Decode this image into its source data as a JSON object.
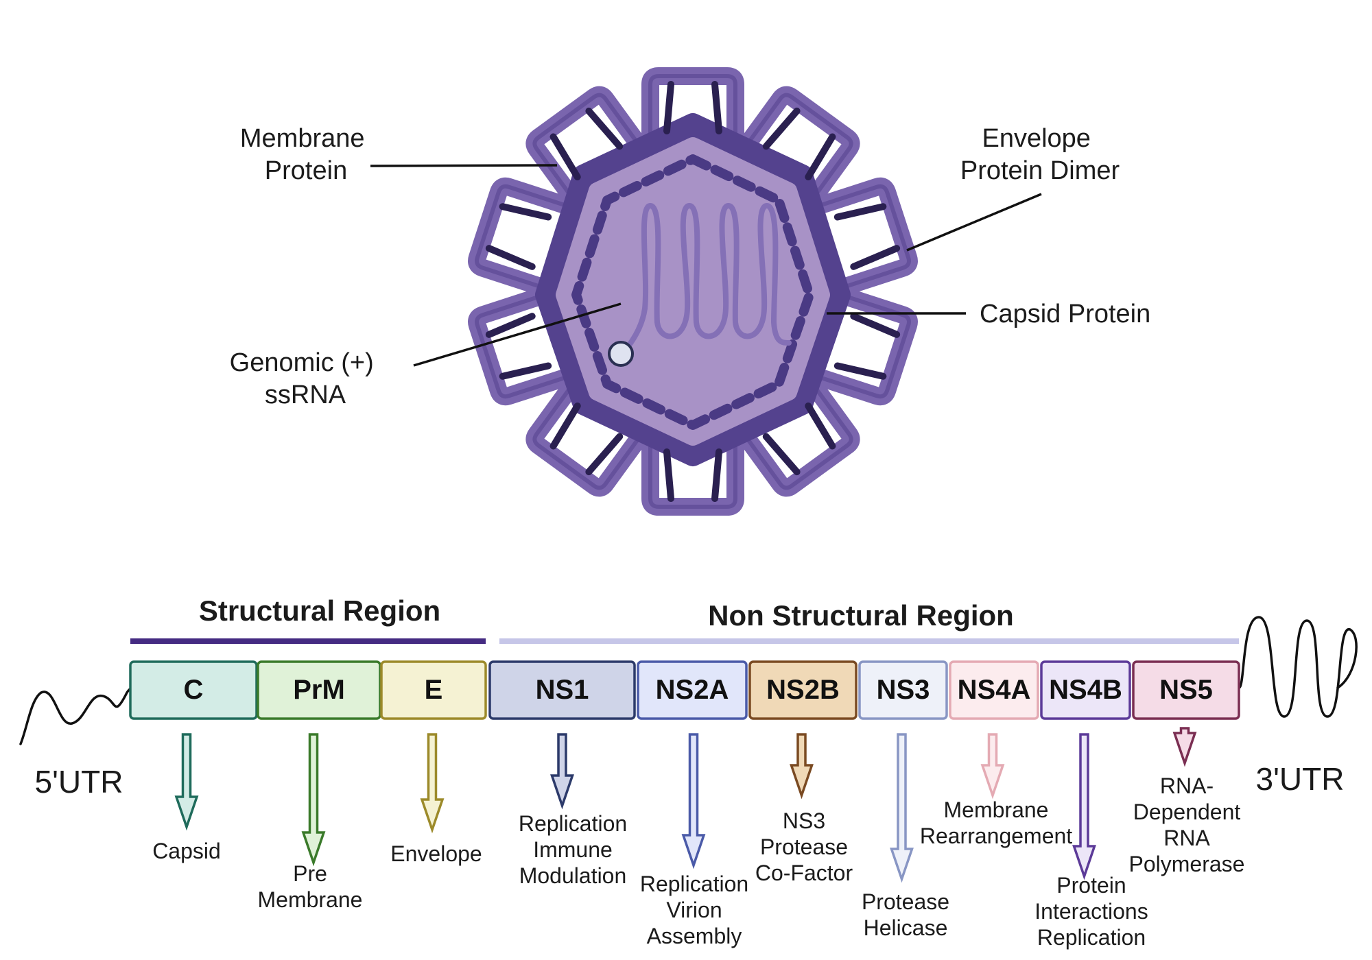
{
  "virion": {
    "labels": {
      "membrane_protein": [
        "Membrane",
        "Protein"
      ],
      "envelope_dimer": [
        "Envelope",
        "Protein Dimer"
      ],
      "capsid_protein": [
        "Capsid Protein"
      ],
      "genomic_rna": [
        "Genomic (+)",
        "ssRNA"
      ]
    }
  },
  "genome": {
    "structural_title": "Structural Region",
    "nonstructural_title": "Non Structural Region",
    "utr5": "5'UTR",
    "utr3": "3'UTR",
    "genes": [
      {
        "name": "C",
        "function": [
          "Capsid"
        ],
        "fill": "#d3ece6",
        "stroke": "#1f6b5b",
        "arrow_fill": "#d3ece6"
      },
      {
        "name": "PrM",
        "function": [
          "Pre",
          "Membrane"
        ],
        "fill": "#e0f2d8",
        "stroke": "#3a7a2a",
        "arrow_fill": "#e0f2d8"
      },
      {
        "name": "E",
        "function": [
          "Envelope"
        ],
        "fill": "#f5f2d3",
        "stroke": "#9c8a2a",
        "arrow_fill": "#f5f2d3"
      },
      {
        "name": "NS1",
        "function": [
          "Replication",
          "Immune",
          "Modulation"
        ],
        "fill": "#cfd4e8",
        "stroke": "#2c3a6a",
        "arrow_fill": "#cfd4e8"
      },
      {
        "name": "NS2A",
        "function": [
          "Replication",
          "Virion",
          "Assembly"
        ],
        "fill": "#e1e6fa",
        "stroke": "#4a5aa8",
        "arrow_fill": "#e1e6fa"
      },
      {
        "name": "NS2B",
        "function": [
          "NS3",
          "Protease",
          "Co-Factor"
        ],
        "fill": "#f0d9b7",
        "stroke": "#7a4a22",
        "arrow_fill": "#f0d9b7"
      },
      {
        "name": "NS3",
        "function": [
          "Protease",
          "Helicase"
        ],
        "fill": "#eef1f9",
        "stroke": "#8896c4",
        "arrow_fill": "#eef1f9"
      },
      {
        "name": "NS4A",
        "function": [
          "Membrane",
          "Rearrangement"
        ],
        "fill": "#fcecee",
        "stroke": "#e4aab3",
        "arrow_fill": "#fcecee"
      },
      {
        "name": "NS4B",
        "function": [
          "Protein",
          "Interactions",
          "Replication"
        ],
        "fill": "#ece6f8",
        "stroke": "#5c3a98",
        "arrow_fill": "#ece6f8"
      },
      {
        "name": "NS5",
        "function": [
          "RNA-",
          "Dependent",
          "RNA",
          "Polymerase"
        ],
        "fill": "#f5dce7",
        "stroke": "#7a2e52",
        "arrow_fill": "#f5dce7"
      }
    ]
  },
  "colors": {
    "structural_bar": "#452b82",
    "nonstructural_bar": "#c6c6e8",
    "virion_outer": "#54428e",
    "virion_spike": "#7a65ae",
    "virion_inner": "#a892c6",
    "virion_dashes": "#4a3a84",
    "rna_loop": "#8470b6"
  }
}
